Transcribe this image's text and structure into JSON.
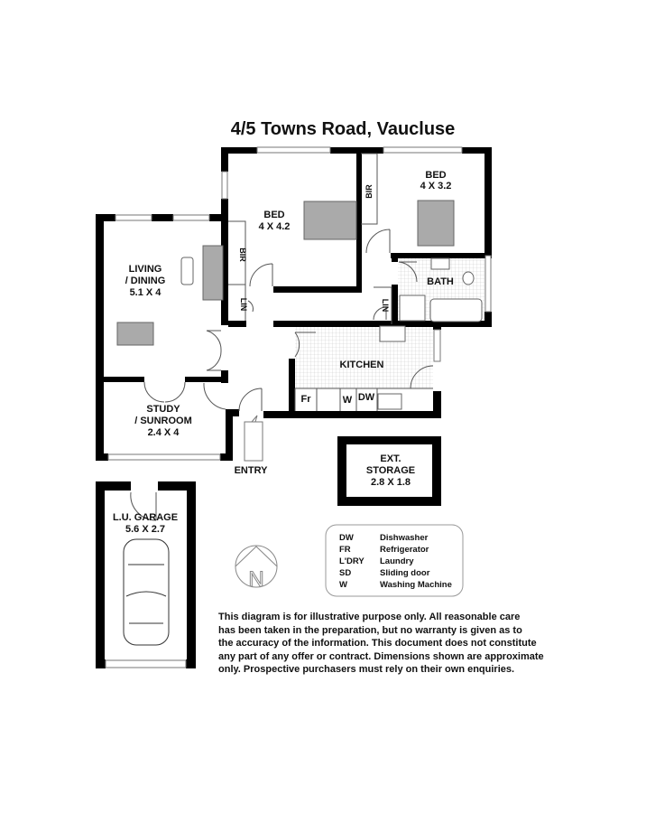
{
  "title": "4/5 Towns Road, Vaucluse",
  "rooms": {
    "living": {
      "line1": "LIVING",
      "line2": "/ DINING",
      "dims": "5.1 X 4"
    },
    "bed1": {
      "name": "BED",
      "dims": "4 X 4.2"
    },
    "bed2": {
      "name": "BED",
      "dims": "4 X 3.2"
    },
    "bath": {
      "name": "BATH"
    },
    "kitchen": {
      "name": "KITCHEN"
    },
    "study": {
      "line1": "STUDY",
      "line2": "/ SUNROOM",
      "dims": "2.4 X 4"
    },
    "entry": {
      "name": "ENTRY"
    },
    "storage": {
      "line1": "EXT.",
      "line2": "STORAGE",
      "dims": "2.8 X 1.8"
    },
    "garage": {
      "name": "L.U. GARAGE",
      "dims": "5.6 X 2.7"
    }
  },
  "fixtures": {
    "bir": "BIR",
    "lin": "LIN",
    "fr": "Fr",
    "w": "W",
    "dw": "DW"
  },
  "compass": {
    "letter": "N"
  },
  "legend": [
    {
      "code": "DW",
      "meaning": "Dishwasher"
    },
    {
      "code": "FR",
      "meaning": "Refrigerator"
    },
    {
      "code": "L'DRY",
      "meaning": "Laundry"
    },
    {
      "code": "SD",
      "meaning": "Sliding door"
    },
    {
      "code": "W",
      "meaning": "Washing Machine"
    }
  ],
  "disclaimer": [
    "This diagram is for illustrative purpose only. All reasonable care",
    "has been taken in the preparation, but no warranty is given as to",
    "the accuracy of the information. This document does not constitute",
    "any part of any offer or contract. Dimensions shown are approximate",
    "only. Prospective purchasers must rely on their own enquiries."
  ]
}
